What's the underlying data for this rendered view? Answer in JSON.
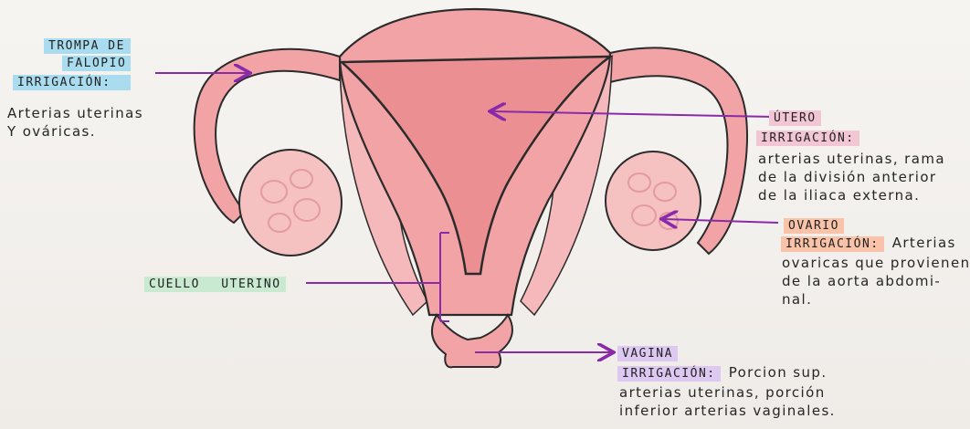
{
  "colors": {
    "uterus_fill": "#f2a3a6",
    "uterus_dark": "#ec8f93",
    "outline": "#2b2b2b",
    "arrow": "#8a2aa8",
    "ovary_fill": "#f5c2c1"
  },
  "labels": {
    "trompa": {
      "title_line1": "TROMPA DE",
      "title_line2": "FALOPIO",
      "irrigacion": "IRRIGACIÓN:",
      "text_line1": "Arterias uterinas",
      "text_line2": "Y ováricas."
    },
    "utero": {
      "title": "ÚTERO",
      "irrigacion": "IRRIGACIÓN:",
      "text_line1": "arterias uterinas, rama",
      "text_line2": "de la división anterior",
      "text_line3": "de la iliaca externa."
    },
    "ovario": {
      "title": "OVARIO",
      "irrigacion": "IRRIGACIÓN:",
      "text_line1_suffix": "Arterias",
      "text_line2": "ovaricas que provienen",
      "text_line3": "de la aorta abdomi-",
      "text_line4": "nal."
    },
    "cuello": {
      "title": "CUELLO UTERINO"
    },
    "vagina": {
      "title": "VAGINA",
      "irrigacion": "IRRIGACIÓN:",
      "text_line1_suffix": "Porcion sup.",
      "text_line2": "arterias uterinas, porción",
      "text_line3": "inferior arterias vaginales."
    }
  }
}
